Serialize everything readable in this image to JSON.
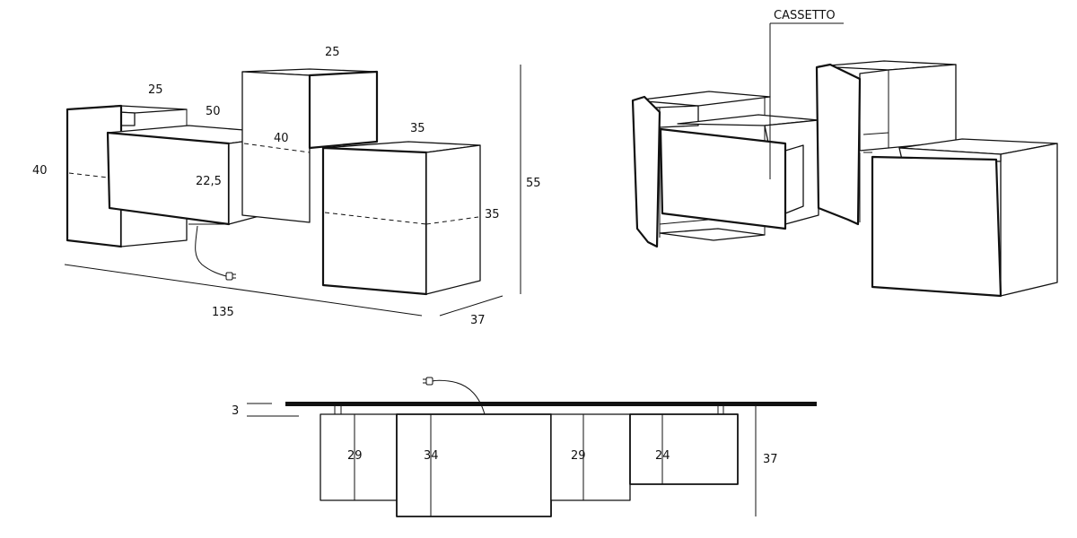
{
  "labels": {
    "w25a": "25",
    "w25b": "25",
    "w50": "50",
    "w35": "35",
    "h40a": "40",
    "h40b": "40",
    "h22": "22,5",
    "h35": "35",
    "h55": "55",
    "len135": "135",
    "d37": "37",
    "cassetto": "CASSETTO",
    "t3": "3",
    "s29a": "29",
    "s34": "34",
    "s29b": "29",
    "s24": "24",
    "s37": "37"
  }
}
